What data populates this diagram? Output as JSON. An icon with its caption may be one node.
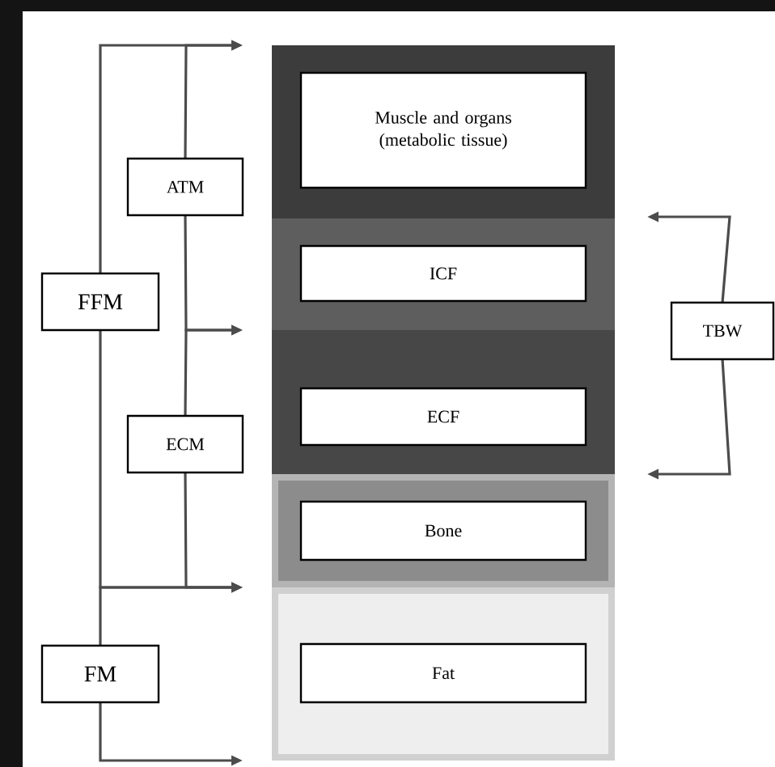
{
  "diagram": {
    "nodes": [
      {
        "text": [
          "Muscle and organs (metabolic tissue)"
        ]
      },
      {
        "text": [
          "ICF"
        ]
      },
      {
        "text": [
          "ECF"
        ]
      },
      {
        "text": [
          "Bone"
        ]
      },
      {
        "text": [
          "Fat"
        ]
      },
      {
        "text": [
          "ATM"
        ]
      },
      {
        "text": [
          "FFM"
        ]
      },
      {
        "text": [
          "ECM"
        ]
      },
      {
        "text": [
          "FM"
        ]
      },
      {
        "text": [
          "TBW"
        ]
      }
    ],
    "edges": [
      {
        "from": 6,
        "to": null,
        "arrow": "to"
      },
      {
        "from": 5,
        "to": null,
        "arrow": "to"
      },
      {
        "from": 5,
        "to": null,
        "arrow": "to"
      },
      {
        "from": 7,
        "to": null,
        "arrow": "to"
      },
      {
        "from": 6,
        "to": null,
        "arrow": "to"
      },
      {
        "from": 7,
        "to": null,
        "arrow": "to"
      },
      {
        "from": 8,
        "to": null,
        "arrow": "to"
      },
      {
        "from": 8,
        "to": null,
        "arrow": "to"
      },
      {
        "from": 9,
        "to": null,
        "arrow": "to"
      },
      {
        "from": 9,
        "to": null,
        "arrow": "to"
      }
    ]
  }
}
